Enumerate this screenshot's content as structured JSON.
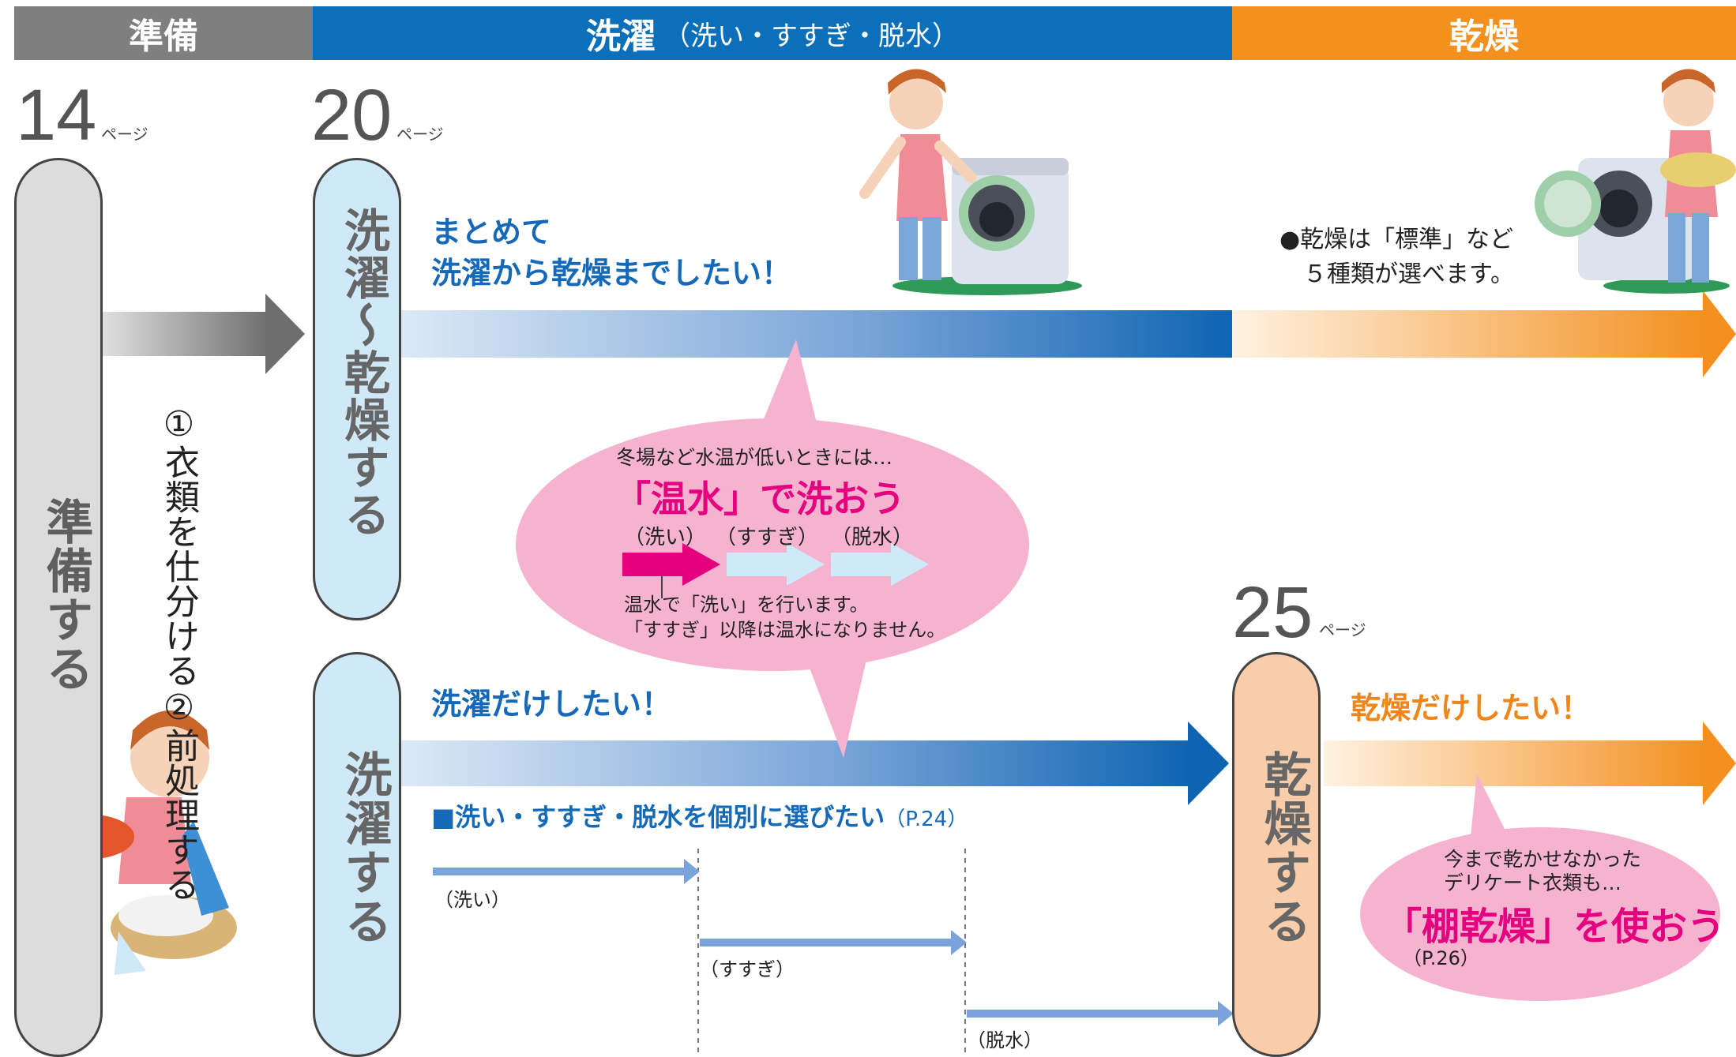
{
  "header": {
    "prep": "準備",
    "wash": "洗濯",
    "wash_sub": "（洗い・すすぎ・脱水）",
    "dry": "乾燥"
  },
  "page_refs": [
    {
      "num": "14",
      "suffix": "ページ"
    },
    {
      "num": "20",
      "suffix": "ページ"
    },
    {
      "num": "25",
      "suffix": "ページ"
    }
  ],
  "steps": {
    "prep": "準備する",
    "wash_dry": "洗濯〜乾燥する",
    "wash": "洗濯する",
    "dry": "乾燥する"
  },
  "prep_list": [
    "①衣類を仕分ける",
    "②前処理する"
  ],
  "wash_dry_route": {
    "title_line1": "まとめて",
    "title_line2": "洗濯から乾燥までしたい！",
    "dry_note_line1": "●乾燥は「標準」など",
    "dry_note_line2": "５種類が選べます。"
  },
  "hot_water_bubble": {
    "intro": "冬場など水温が低いときには…",
    "headline": "「温水」で洗おう",
    "steps": [
      "（洗い）",
      "（すすぎ）",
      "（脱水）"
    ],
    "note_line1": "温水で「洗い」を行います。",
    "note_line2": "「すすぎ」以降は温水になりません。"
  },
  "wash_route": {
    "title": "洗濯だけしたい！",
    "individual": "■洗い・すすぎ・脱水を個別に選びたい",
    "individual_ref": "（P.24）",
    "steps": [
      "（洗い）",
      "（すすぎ）",
      "（脱水）"
    ]
  },
  "dry_route": {
    "title": "乾燥だけしたい！"
  },
  "rack_bubble": {
    "line1": "今まで乾かせなかった",
    "line2": "デリケート衣類も…",
    "headline": "「棚乾燥」を使おう",
    "ref": "（P.26）"
  },
  "colors": {
    "gray": "#808080",
    "blue": "#0c6fba",
    "orange": "#f4901e",
    "pink": "#f6b3cf",
    "magenta": "#e4007f",
    "light_blue": "#cfe9f8",
    "peach": "#f9cda9"
  }
}
